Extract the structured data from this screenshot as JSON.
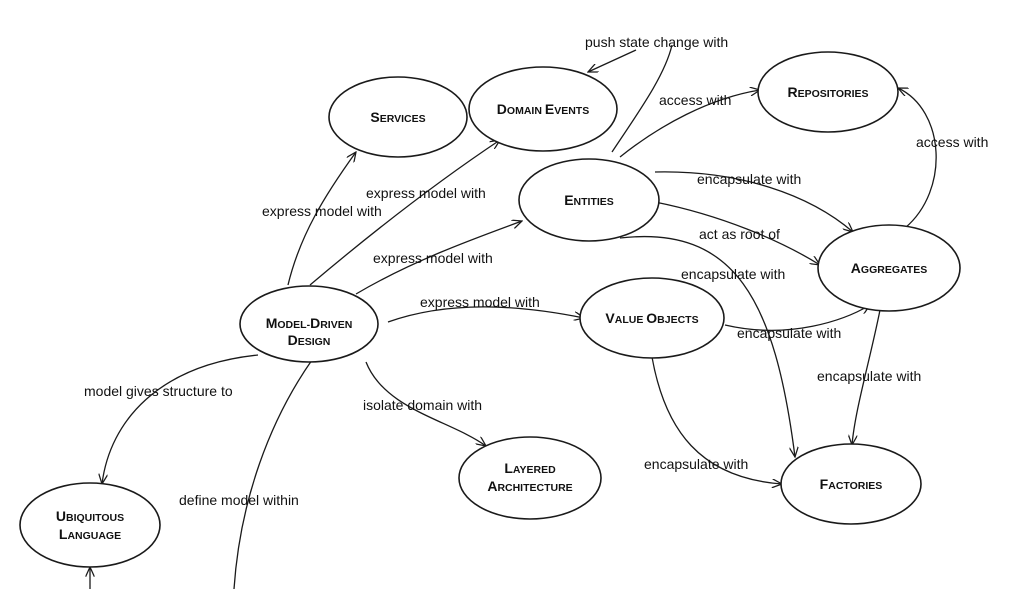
{
  "diagram": {
    "nodes": {
      "services": [
        "SERVICES"
      ],
      "domain_events": [
        "DOMAIN EVENTS"
      ],
      "repositories": [
        "REPOSITORIES"
      ],
      "entities": [
        "ENTITIES"
      ],
      "aggregates": [
        "AGGREGATES"
      ],
      "model_driven_design": [
        "MODEL-DRIVEN",
        "DESIGN"
      ],
      "value_objects": [
        "VALUE OBJECTS"
      ],
      "layered_architecture": [
        "LAYERED",
        "ARCHITECTURE"
      ],
      "factories": [
        "FACTORIES"
      ],
      "ubiquitous_language": [
        "UBIQUITOUS",
        "LANGUAGE"
      ]
    },
    "edges": {
      "push_state_change_with": "push state change with",
      "access_with_entities_repositories": "access with",
      "access_with_aggregates_repositories": "access with",
      "express_model_with_services": "express model with",
      "express_model_with_domain_events": "express model with",
      "express_model_with_entities": "express model with",
      "express_model_with_value_objects": "express model with",
      "encapsulate_with_entities_aggregates": "encapsulate with",
      "act_as_root_of": "act as root of",
      "encapsulate_with_entities_factories": "encapsulate with",
      "encapsulate_with_value_objects_aggregates": "encapsulate with",
      "encapsulate_with_aggregates_factories": "encapsulate with",
      "encapsulate_with_value_objects_factories": "encapsulate with",
      "model_gives_structure_to": "model gives structure to",
      "isolate_domain_with": "isolate domain with",
      "define_model_within": "define model within"
    }
  }
}
